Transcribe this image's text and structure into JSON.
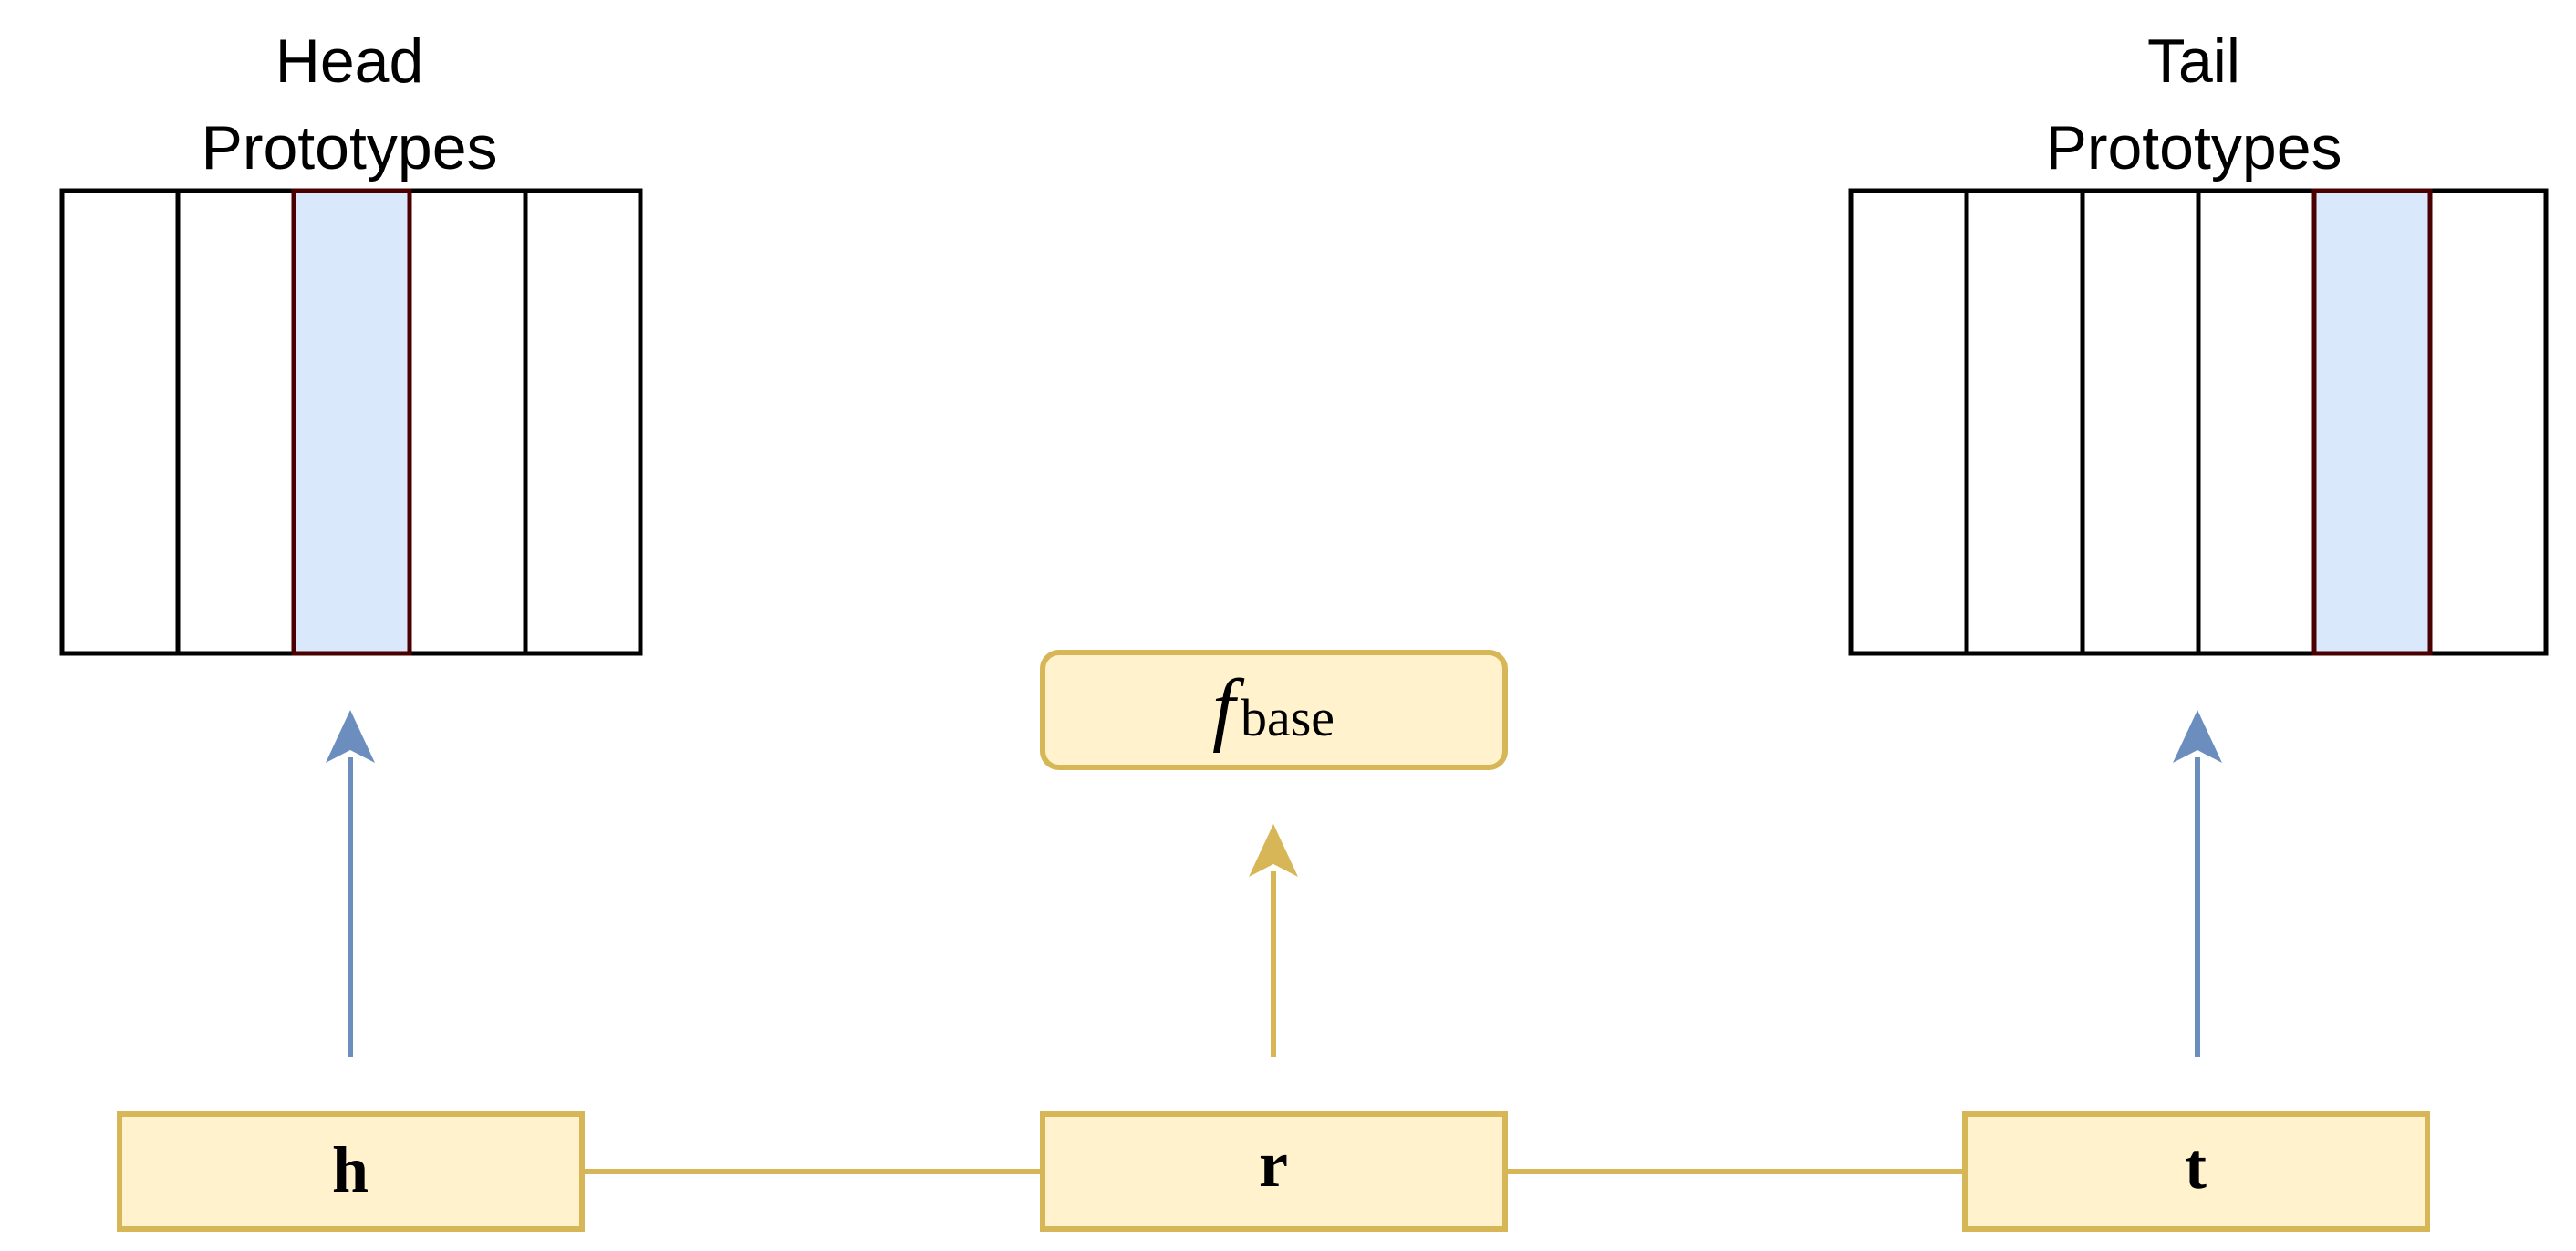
{
  "head": {
    "title_line1": "Head",
    "title_line2": "Prototypes",
    "slot_count": 5,
    "highlighted_slot": 3
  },
  "tail": {
    "title_line1": "Tail",
    "title_line2": "Prototypes",
    "slot_count": 6,
    "highlighted_slot": 5
  },
  "nodes": {
    "h": "h",
    "r": "r",
    "t": "t"
  },
  "fbase": {
    "symbol": "f",
    "subscript": "base"
  },
  "colors": {
    "node_fill": "#fff2cc",
    "node_stroke": "#d6b656",
    "highlight_fill": "#dae8fc",
    "highlight_stroke": "#4a0000",
    "blue_arrow": "#6c8ebf",
    "gold_arrow": "#d6b656",
    "grid_stroke": "#000000"
  }
}
